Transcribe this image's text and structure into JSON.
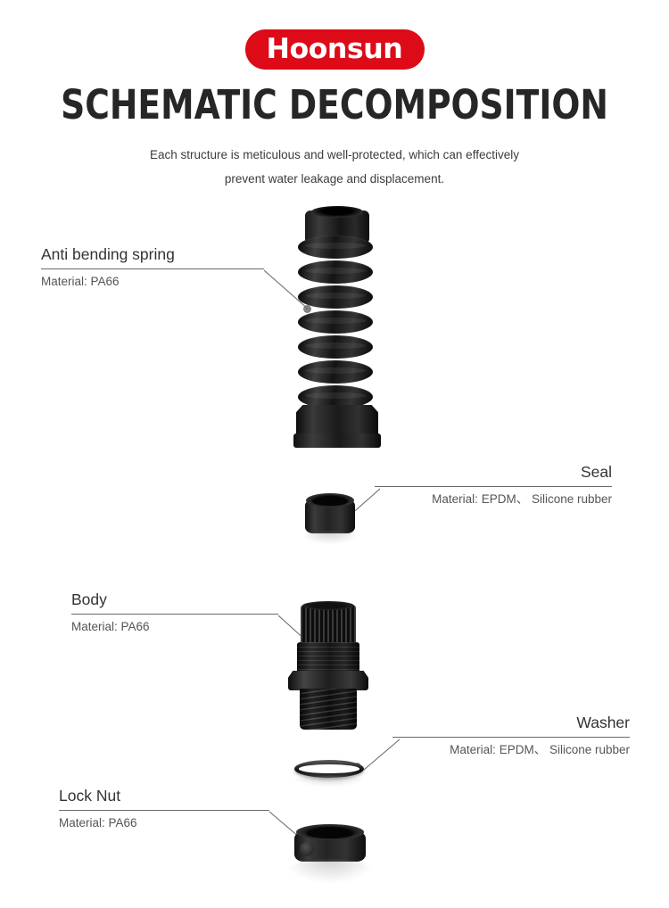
{
  "brand": {
    "logo_text": "Hoonsun",
    "brand_color": "#dd0a18"
  },
  "header": {
    "title": "SCHEMATIC DECOMPOSITION",
    "subtitle_line1": "Each structure is meticulous and well-protected, which can effectively",
    "subtitle_line2": "prevent water leakage and displacement."
  },
  "parts": [
    {
      "id": "anti-bending-spring",
      "name": "Anti bending spring",
      "material": "Material: PA66",
      "align": "left"
    },
    {
      "id": "seal",
      "name": "Seal",
      "material": "Material: EPDM、 Silicone rubber",
      "align": "right"
    },
    {
      "id": "body",
      "name": "Body",
      "material": "Material: PA66",
      "align": "left"
    },
    {
      "id": "washer",
      "name": "Washer",
      "material": "Material: EPDM、 Silicone rubber",
      "align": "right"
    },
    {
      "id": "lock-nut",
      "name": "Lock Nut",
      "material": "Material: PA66",
      "align": "left"
    }
  ]
}
